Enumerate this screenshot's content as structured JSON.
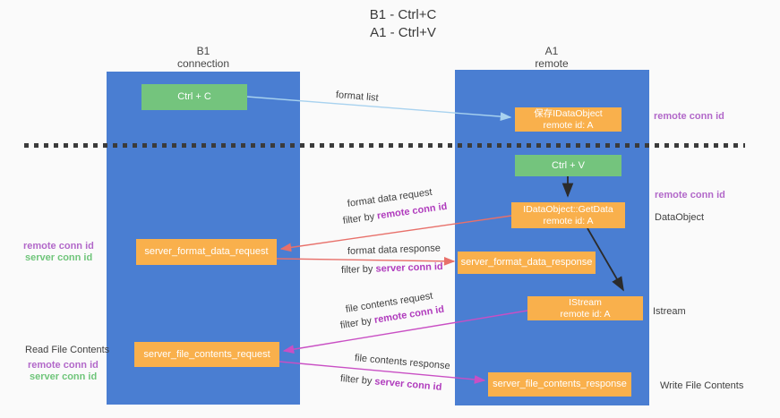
{
  "title": {
    "line1": "B1 - Ctrl+C",
    "line2": "A1 - Ctrl+V"
  },
  "lanes": {
    "b1": {
      "name": "B1",
      "subtitle": "connection"
    },
    "a1": {
      "name": "A1",
      "subtitle": "remote"
    }
  },
  "nodes": {
    "ctrl_c": {
      "label": "Ctrl + C"
    },
    "save_idataobject": {
      "line1": "保存IDataObject",
      "line2": "remote id: A"
    },
    "ctrl_v": {
      "label": "Ctrl + V"
    },
    "getdata": {
      "line1": "IDataObject::GetData",
      "line2": "remote id: A"
    },
    "server_format_data_request": {
      "label": "server_format_data_request"
    },
    "server_format_data_response": {
      "label": "server_format_data_response"
    },
    "istream": {
      "line1": "IStream",
      "line2": "remote id: A"
    },
    "server_file_contents_request": {
      "label": "server_file_contents_request"
    },
    "server_file_contents_response": {
      "label": "server_file_contents_response"
    }
  },
  "edge_labels": {
    "format_list": "format list",
    "format_data_request": "format data request",
    "format_data_response": "format data response",
    "file_contents_request": "file contents request",
    "file_contents_response": "file contents response",
    "filter_by_prefix": "filter by ",
    "remote_conn_id": "remote conn id",
    "server_conn_id": "server conn id"
  },
  "annotations": {
    "right_remote_conn_id_top": "remote conn id",
    "right_remote_conn_id_mid": "remote conn id",
    "right_dataobject": "DataObject",
    "right_istream": "Istream",
    "right_write_file_contents": "Write File Contents",
    "left_remote_conn_id_top": "remote conn id",
    "left_server_conn_id_top": "server conn id",
    "left_read_file_contents": "Read File Contents",
    "left_remote_conn_id_bottom": "remote conn id",
    "left_server_conn_id_bottom": "server conn id"
  },
  "colors": {
    "lane_blue": "#4a7ed2",
    "node_orange": "#f9b04c",
    "node_green": "#74c47d",
    "arrow_blue": "#a8d2ef",
    "arrow_red": "#e8706a",
    "arrow_magenta": "#c94fc4",
    "arrow_black": "#2b2b2b",
    "label_purple": "#b268c9",
    "label_filter_magenta": "#b03cbd",
    "label_green": "#6fc57a",
    "text_dark": "#3f3f3f",
    "background": "#fafafa"
  }
}
